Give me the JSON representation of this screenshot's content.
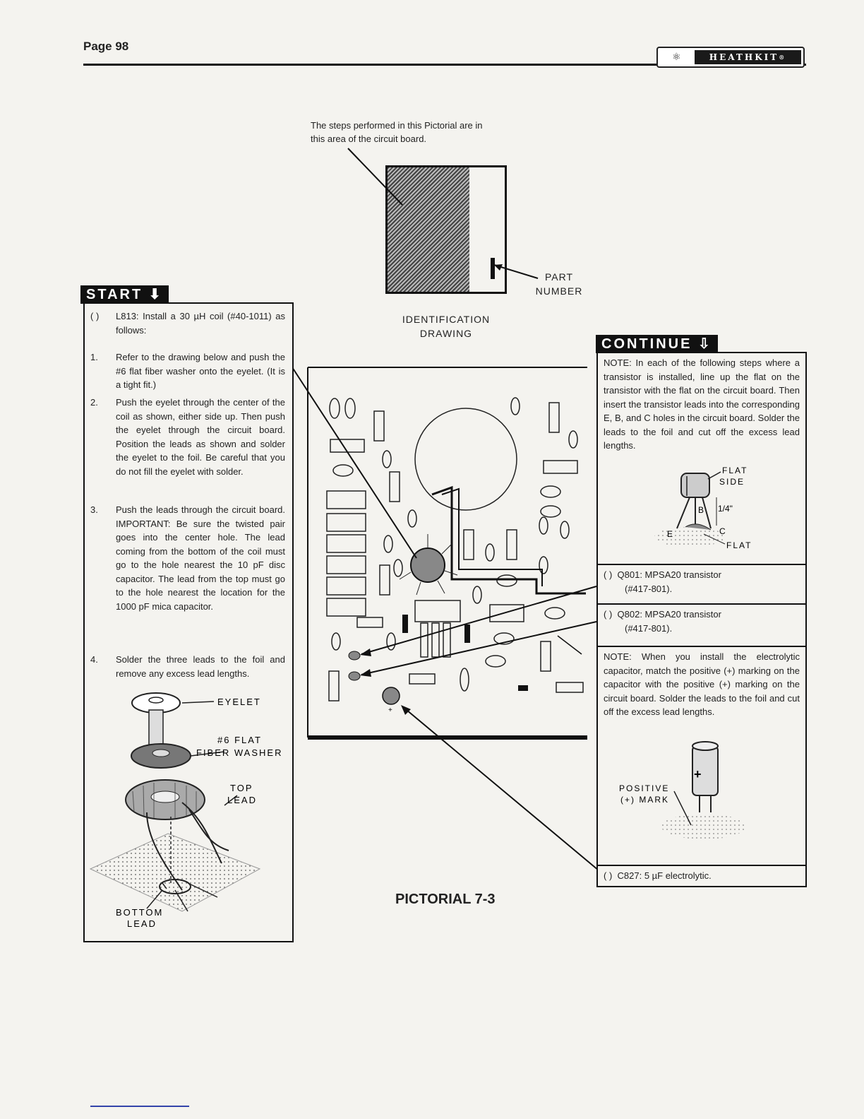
{
  "header": {
    "page_label": "Page 98",
    "brand": "HEATHKIT",
    "brand_mark": "®"
  },
  "identification": {
    "caption_line1": "The steps performed in this Pictorial are in",
    "caption_line2": "this area of the circuit board.",
    "part_label_1": "PART",
    "part_label_2": "NUMBER",
    "drawing_label_1": "IDENTIFICATION",
    "drawing_label_2": "DRAWING"
  },
  "start": {
    "header": "START",
    "intro_check": "( )",
    "intro_text": "L813: Install a 30 µH coil (#40-1011) as follows:",
    "steps": [
      {
        "num": "1.",
        "text": "Refer to the drawing below and push the #6 flat fiber washer onto the eyelet. (It is a tight fit.)"
      },
      {
        "num": "2.",
        "text": "Push the eyelet through the center of the coil as shown, either side up. Then push the eyelet through the circuit board. Position the leads as shown and solder the eyelet to the foil. Be careful that you do not fill the eyelet with solder."
      },
      {
        "num": "3.",
        "text": "Push the leads through the circuit board. IMPORTANT: Be sure the twisted pair goes into the center hole. The lead coming from the bottom of the coil must go to the hole nearest the 10 pF disc capacitor. The lead from the top must go to the hole nearest the location for the 1000 pF mica capacitor."
      },
      {
        "num": "4.",
        "text": "Solder the three leads to the foil and remove any excess lead lengths."
      }
    ],
    "diagram_labels": {
      "eyelet": "EYELET",
      "washer_1": "#6 FLAT",
      "washer_2": "FIBER WASHER",
      "top_1": "TOP",
      "top_2": "LEAD",
      "bottom_1": "BOTTOM",
      "bottom_2": "LEAD"
    }
  },
  "continue": {
    "header": "CONTINUE",
    "note1": "NOTE: In each of the following steps where a transistor is installed, line up the flat on the transistor with the flat on the circuit board. Then insert the transistor leads into the corresponding E, B, and C holes in the circuit board. Solder the leads to the foil and cut off the excess lead lengths.",
    "transistor_labels": {
      "flat_1": "FLAT",
      "flat_2": "SIDE",
      "dim": "1/4\"",
      "b": "B",
      "e": "E",
      "c": "C",
      "flat_bottom": "FLAT"
    },
    "q801_check": "( )",
    "q801_line1": "Q801: MPSA20 transistor",
    "q801_line2": "(#417-801).",
    "q802_check": "( )",
    "q802_line1": "Q802: MPSA20 transistor",
    "q802_line2": "(#417-801).",
    "note2": "NOTE: When you install the electrolytic capacitor, match the positive (+) marking on the capacitor with the positive (+) marking on the circuit board. Solder the leads to the foil and cut off the excess lead lengths.",
    "cap_labels": {
      "pos_1": "POSITIVE",
      "pos_2": "(+) MARK"
    },
    "c827_check": "( )",
    "c827_text": "C827: 5 µF electrolytic."
  },
  "pictorial_title": "PICTORIAL 7-3"
}
